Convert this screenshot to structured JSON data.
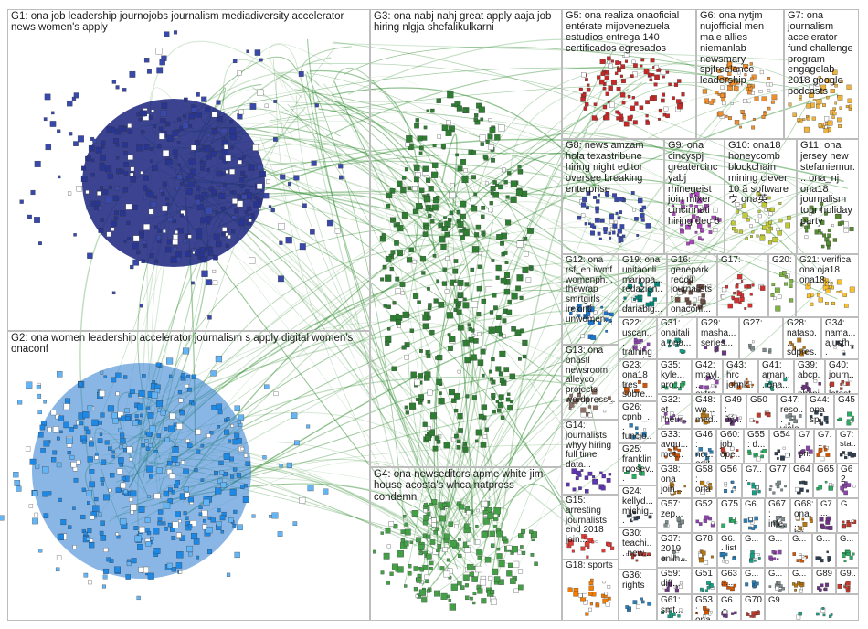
{
  "colors": {
    "edge": "#2e8b2e",
    "box_border": "#bdbdbd",
    "G1": "#1a237e",
    "G2": "#2a7ad0",
    "G3": "#1f6b1f",
    "G4": "#2e9a2e",
    "G5": "#b71c1c",
    "G6": "#d9882a",
    "G7": "#e0a52e",
    "G8": "#2b2b8f",
    "G9": "#8e44ad",
    "G10": "#bcbc2e",
    "G11": "#3f7f3f",
    "G12": "#1565c0",
    "misc": "#6d6d6d"
  },
  "groups": [
    {
      "id": "G1",
      "label": "G1: ona job leadership journojobs journalism mediadiversity accelerator news women's apply"
    },
    {
      "id": "G2",
      "label": "G2: ona women leadership accelerator journalism s apply digital women's onaconf"
    },
    {
      "id": "G3",
      "label": "G3: ona nabj nahj great apply aaja job hiring nlgja shefalikulkarni"
    },
    {
      "id": "G4",
      "label": "G4: ona newseditors apme white jim house acosta's whca natpress condemn"
    },
    {
      "id": "G5",
      "label": "G5: ona realiza onaoficial entérate mijpvenezuela estudios entrega 140 certificados egresados"
    },
    {
      "id": "G6",
      "label": "G6: ona nytjm nujofficial men male allies niemanlab newsmary spjfreelance leadership"
    },
    {
      "id": "G7",
      "label": "G7: ona journalism accelerator fund challenge program engagelab 2018 google podcasts"
    },
    {
      "id": "G8",
      "label": "G8: news amzam hola texastribune hiring night editor oversee breaking enterprise"
    },
    {
      "id": "G9",
      "label": "G9: ona cincyspj greatercincyabj rhinegeist join mixer cincinnati hiring dec 5"
    },
    {
      "id": "G10",
      "label": "G10: ona18 honeycomb blockchain mining clever 10 ã software ウ ona英"
    },
    {
      "id": "G11",
      "label": "G11: ona jersey new stefaniemur... ona_nj ona18 journalism tour holiday party"
    },
    {
      "id": "G12",
      "label": "G12: ona rsf_en iwmf womenph... thewrap smrtgirls irexintl unwomen..."
    },
    {
      "id": "G13",
      "label": "G13: ona onastl newsroom alleyco projects wordpress..."
    },
    {
      "id": "G14",
      "label": "G14: journalists whyy hiring full time data..."
    },
    {
      "id": "G15",
      "label": "G15: arresting journalists end 2018 join..."
    },
    {
      "id": "G16",
      "label": "G16: genepark reddit journalists t onaconf..."
    },
    {
      "id": "G17",
      "label": "G17:"
    },
    {
      "id": "G18",
      "label": "G18: sports"
    },
    {
      "id": "G19",
      "label": "G19: ona unitaonli... mariopa... redazion... dariabig..."
    },
    {
      "id": "G20",
      "label": "G20:"
    },
    {
      "id": "G21",
      "label": "G21: verifica ona oja18 ona18..."
    },
    {
      "id": "G22",
      "label": "G22: uscan... training memb..."
    },
    {
      "id": "G23",
      "label": "G23: ona18 tres sobre..."
    },
    {
      "id": "G24",
      "label": "G24: kellyd... michig..."
    },
    {
      "id": "G25",
      "label": "G25: franklin roosev... nancy..."
    },
    {
      "id": "G26",
      "label": "G26: cpnb_... funcio..."
    },
    {
      "id": "G27",
      "label": "G27:"
    },
    {
      "id": "G28",
      "label": "G28: natasp... sdpres..."
    },
    {
      "id": "G29",
      "label": "G29: masha... series..."
    },
    {
      "id": "G30",
      "label": "G30: teachi... new..."
    },
    {
      "id": "G31",
      "label": "G31: onaitalia ona..."
    },
    {
      "id": "G32",
      "label": "G32: et l'heur..."
    },
    {
      "id": "G33",
      "label": "G33: avqu... met..."
    },
    {
      "id": "G34",
      "label": "G34: nama... ajusth..."
    },
    {
      "id": "G35",
      "label": "G35: kyle... pro..."
    },
    {
      "id": "G36",
      "label": "G36: rights"
    },
    {
      "id": "G37",
      "label": "G37: 2019 onlin..."
    },
    {
      "id": "G38",
      "label": "G38: ona join..."
    },
    {
      "id": "G39",
      "label": "G39: abcp... nbcni..."
    },
    {
      "id": "G40",
      "label": "G40: journ... latest..."
    },
    {
      "id": "G41",
      "label": "G41: aman... ona..."
    },
    {
      "id": "G42",
      "label": "G42: mtayl... extre..."
    },
    {
      "id": "G43",
      "label": "G43: hrc johnk..."
    },
    {
      "id": "G44",
      "label": "G44: ona spj..."
    },
    {
      "id": "G45",
      "label": "G45"
    },
    {
      "id": "G46",
      "label": "G46: ne... edit..."
    },
    {
      "id": "G47",
      "label": "G47: reso... viole..."
    },
    {
      "id": "G48",
      "label": "G48: wo... med..."
    },
    {
      "id": "G49",
      "label": "G49: ðý..."
    },
    {
      "id": "G50",
      "label": "G50"
    },
    {
      "id": "G51",
      "label": "G51"
    },
    {
      "id": "G52",
      "label": "G52"
    },
    {
      "id": "G53",
      "label": "G53: ona kna..."
    },
    {
      "id": "G54",
      "label": "G54"
    },
    {
      "id": "G55",
      "label": "G55: d..."
    },
    {
      "id": "G56",
      "label": "G56"
    },
    {
      "id": "G57",
      "label": "G57: zep..."
    },
    {
      "id": "G58",
      "label": "G58: ona"
    },
    {
      "id": "G59",
      "label": "G59: diff..."
    },
    {
      "id": "G60",
      "label": "G60: job ope..."
    },
    {
      "id": "G61",
      "label": "G61: smt..."
    },
    {
      "id": "G62",
      "label": "G62"
    },
    {
      "id": "G63",
      "label": "G63: ..."
    },
    {
      "id": "G64",
      "label": "G64"
    },
    {
      "id": "G65",
      "label": "G65"
    },
    {
      "id": "G66",
      "label": "G6... list"
    },
    {
      "id": "G67",
      "label": "G67: infe..."
    },
    {
      "id": "G68",
      "label": "G68: ona... he..."
    },
    {
      "id": "G69",
      "label": "G6..."
    },
    {
      "id": "G70",
      "label": "G70"
    },
    {
      "id": "G71",
      "label": "G7..."
    },
    {
      "id": "G72",
      "label": "G7: pri..."
    },
    {
      "id": "G73",
      "label": "G7..."
    },
    {
      "id": "G74",
      "label": "G7: sta..."
    },
    {
      "id": "G75",
      "label": "G75"
    },
    {
      "id": "G76",
      "label": "G6..."
    },
    {
      "id": "G77",
      "label": "G77"
    },
    {
      "id": "G78",
      "label": "G78"
    },
    {
      "id": "G79",
      "label": "G7..."
    },
    {
      "id": "G80",
      "label": "G..."
    },
    {
      "id": "G81",
      "label": "G..."
    },
    {
      "id": "G82",
      "label": "G..."
    },
    {
      "id": "G83",
      "label": "G..."
    },
    {
      "id": "G84",
      "label": "G..."
    },
    {
      "id": "G85",
      "label": "G..."
    },
    {
      "id": "G86",
      "label": "G..."
    },
    {
      "id": "G87",
      "label": "G..."
    },
    {
      "id": "G88",
      "label": "G..."
    },
    {
      "id": "G89",
      "label": "G89"
    },
    {
      "id": "G90",
      "label": "G9..."
    },
    {
      "id": "G91",
      "label": "G9..."
    }
  ]
}
